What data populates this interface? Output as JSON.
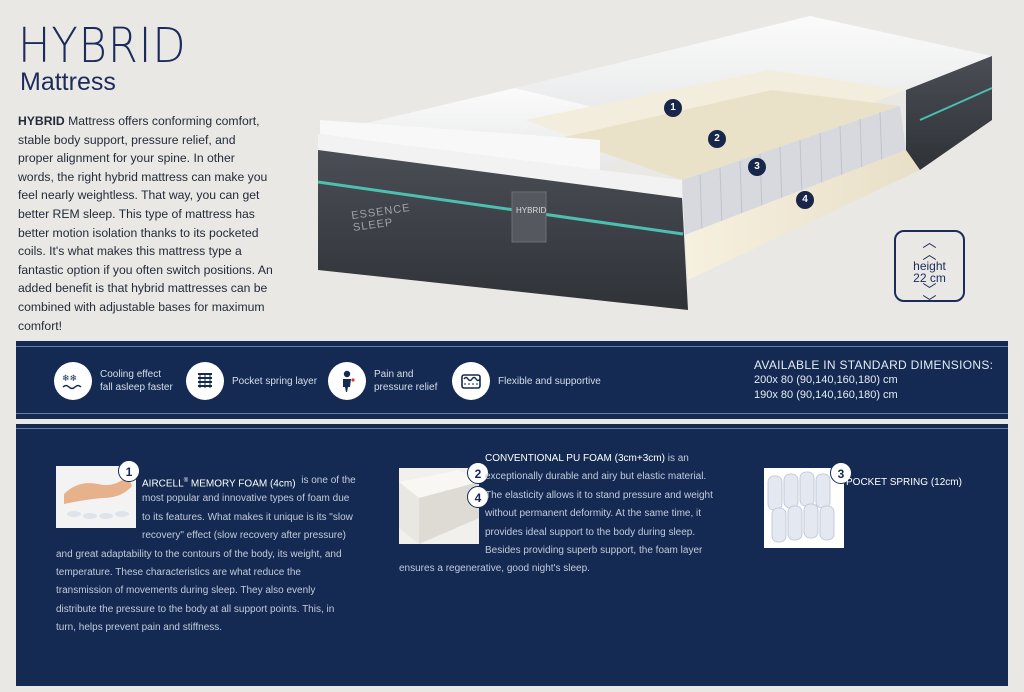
{
  "header": {
    "title": "HYBRID",
    "subtitle": "Mattress",
    "intro_bold": "HYBRID",
    "intro_rest": " Mattress offers conforming comfort, stable body support, pressure relief, and proper alignment for your spine. In other words, the right hybrid mattress can make you feel nearly weightless. That way, you can get better REM sleep. This type of mattress has better motion isolation thanks to its pocketed coils. It's what makes this mattress type a fantastic option if you often switch positions. An added benefit is that hybrid mattresses can be combined with adjustable bases for maximum comfort!"
  },
  "illustration": {
    "brand_line1": "ESSENCE",
    "brand_line2": "SLEEP",
    "label_tag": "HYBRID",
    "markers": [
      "1",
      "2",
      "3",
      "4"
    ],
    "height_label": "height",
    "height_value": "22 cm",
    "colors": {
      "cover": "#f4f4f4",
      "base": "#3d4045",
      "stripe": "#4bc0b0",
      "foam": "#f1ead8"
    }
  },
  "features": {
    "items": [
      {
        "icon": "snowflake-cooling-icon",
        "line1": "Cooling effect",
        "line2": "fall asleep faster"
      },
      {
        "icon": "spring-icon",
        "line1": "Pocket spring layer",
        "line2": ""
      },
      {
        "icon": "person-relief-icon",
        "line1": "Pain and",
        "line2": "pressure relief"
      },
      {
        "icon": "foam-layer-icon",
        "line1": "Flexible and supportive",
        "line2": ""
      }
    ],
    "dimensions_heading": "AVAILABLE IN STANDARD DIMENSIONS:",
    "dimensions_1": "200x 80 (90,140,160,180) cm",
    "dimensions_2": "190x 80 (90,140,160,180) cm"
  },
  "details": {
    "aircell": {
      "number": "1",
      "heading": "AIRCELL",
      "reg": "®",
      "heading_rest": " MEMORY FOAM (4cm)",
      "body": " is one of the most popular and innovative types of foam due to its features. What makes it unique is its \"slow recovery\" effect (slow recovery after pressure) and great adaptability to the contours of the body, its weight, and temperature. These characteristics are what reduce the transmission of movements during sleep. They also evenly distribute the pressure to the body at all support points. This, in turn, helps prevent pain and stiffness."
    },
    "pu_foam": {
      "number_a": "2",
      "number_b": "4",
      "heading": "CONVENTIONAL PU FOAM (3cm+3cm)",
      "body": " is an exceptionally durable and airy but elastic material. The elasticity allows it to stand pressure and weight without permanent deformity. At the same time, it provides ideal support to the body during sleep. Besides providing superb support, the foam layer ensures a regenerative, good night's sleep."
    },
    "pocket_spring": {
      "number": "3",
      "heading": "POCKET SPRING (12cm)"
    }
  }
}
